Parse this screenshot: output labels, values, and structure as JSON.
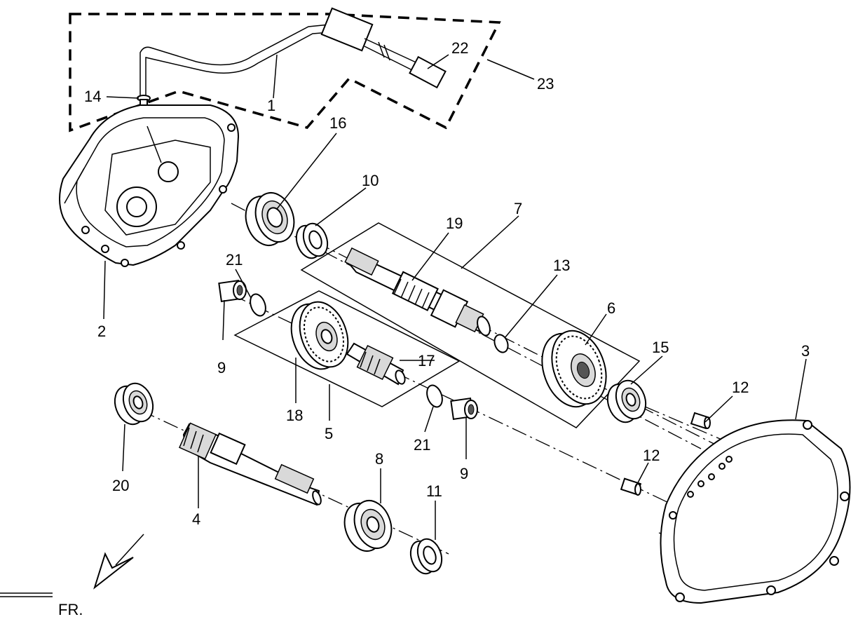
{
  "diagram": {
    "direction_label": "FR.",
    "callouts": {
      "c1": "1",
      "c2": "2",
      "c3": "3",
      "c4": "4",
      "c5": "5",
      "c6": "6",
      "c7": "7",
      "c8": "8",
      "c9a": "9",
      "c9b": "9",
      "c10": "10",
      "c11": "11",
      "c12a": "12",
      "c12b": "12",
      "c13": "13",
      "c14": "14",
      "c15": "15",
      "c16": "16",
      "c17": "17",
      "c18": "18",
      "c19": "19",
      "c20": "20",
      "c21a": "21",
      "c21b": "21",
      "c22": "22",
      "c23": "23"
    }
  }
}
